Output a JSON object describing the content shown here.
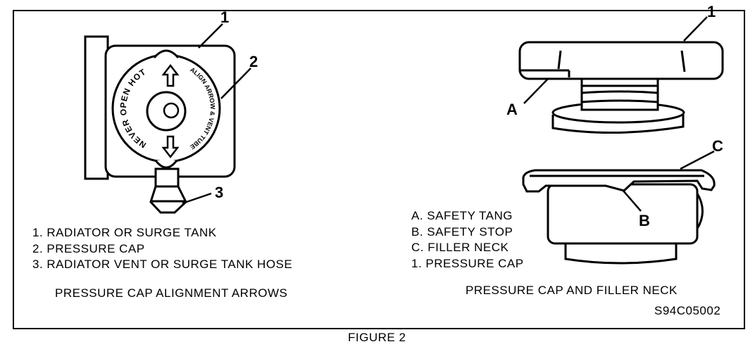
{
  "left_diagram": {
    "callouts": [
      "1",
      "2",
      "3"
    ],
    "cap_text": {
      "left": "NEVER OPEN HOT",
      "right": "ALIGN ARROW & VENT TUBE"
    },
    "legend": [
      "1. RADIATOR OR SURGE TANK",
      "2. PRESSURE CAP",
      "3. RADIATOR VENT OR SURGE TANK HOSE"
    ],
    "caption": "PRESSURE CAP ALIGNMENT ARROWS"
  },
  "right_diagram": {
    "callouts": {
      "one": "1",
      "a": "A",
      "b": "B",
      "c": "C"
    },
    "legend": [
      "A. SAFETY TANG",
      "B. SAFETY STOP",
      "C. FILLER NECK",
      "1. PRESSURE CAP"
    ],
    "caption": "PRESSURE CAP AND FILLER NECK",
    "code": "S94C05002"
  },
  "figure_label": "FIGURE 2"
}
